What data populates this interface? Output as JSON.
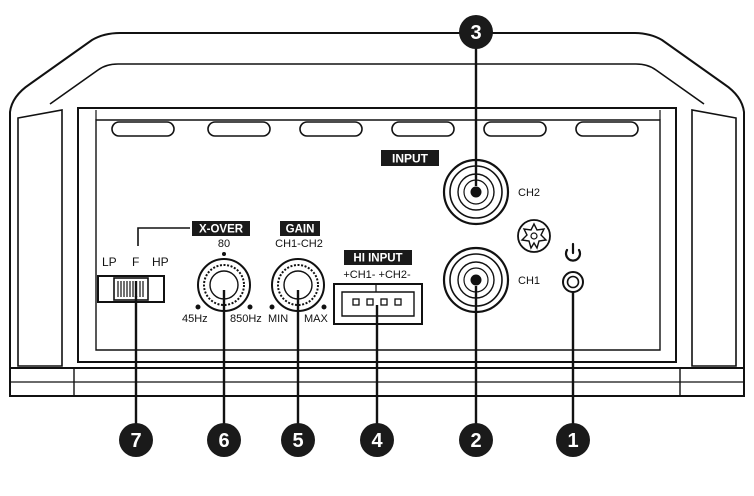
{
  "labels": {
    "input": "INPUT",
    "ch2": "CH2",
    "ch1": "CH1",
    "x_over": "X-OVER",
    "x_over_80": "80",
    "x_over_45": "45Hz",
    "x_over_850": "850Hz",
    "gain": "GAIN",
    "gain_ch": "CH1-CH2",
    "gain_min": "MIN",
    "gain_max": "MAX",
    "hi_input": "HI INPUT",
    "hi_input_pins": "+CH1- +CH2-",
    "lp": "LP",
    "f": "F",
    "hp": "HP"
  },
  "callouts": [
    "1",
    "2",
    "3",
    "4",
    "5",
    "6",
    "7"
  ],
  "icons": {
    "power": "power-icon",
    "ground": "ground-screw-icon"
  },
  "colors": {
    "line": "#111111",
    "badge": "#1a1a1a",
    "background": "#ffffff"
  }
}
